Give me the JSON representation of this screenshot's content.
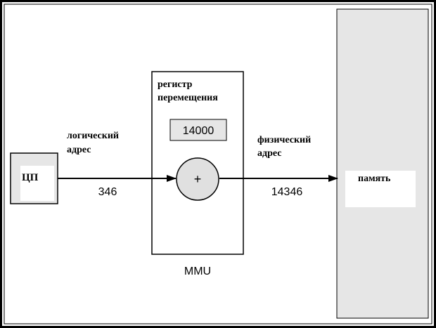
{
  "cpu": {
    "label": "ЦП"
  },
  "logical_address": {
    "line1": "логический",
    "line2": "адрес",
    "value": "346"
  },
  "mmu": {
    "register_line1": "регистр",
    "register_line2": "перемещения",
    "register_value": "14000",
    "adder_symbol": "+",
    "label": "MMU"
  },
  "physical_address": {
    "line1": "физический",
    "line2": "адрес",
    "value": "14346"
  },
  "memory": {
    "label": "память"
  },
  "colors": {
    "frame": "#000000",
    "memory_fill": "#e6e6e6",
    "register_fill": "#e6e6e6",
    "adder_fill": "#e0e0e0"
  }
}
